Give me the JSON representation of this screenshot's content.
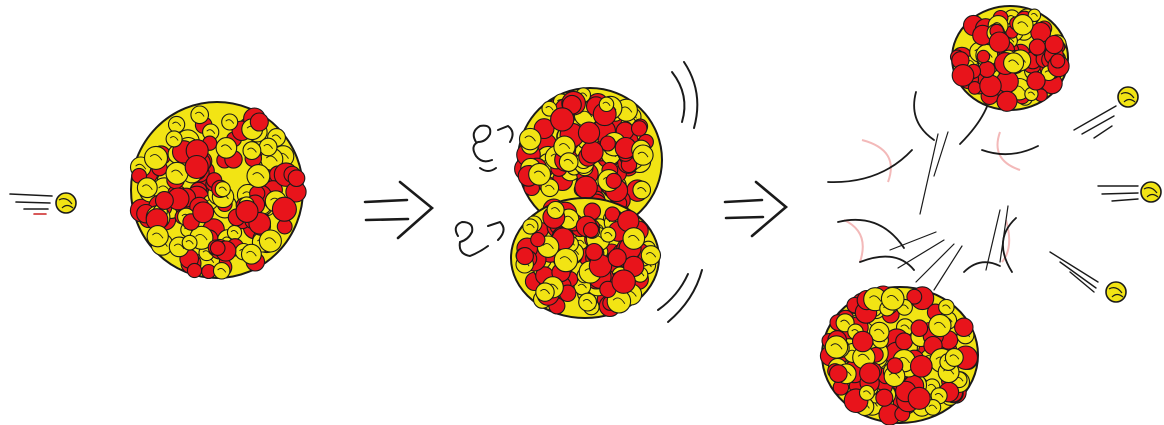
{
  "colors": {
    "proton": "#e8141b",
    "neutron": "#f2e414",
    "outline": "#1a1a1a",
    "flash": "#f3b9b9"
  },
  "stages": [
    "neutron-approach",
    "nucleus",
    "deformed-nucleus",
    "fission-fragments"
  ],
  "icons": [
    "neutron-icon",
    "nucleus-icon",
    "implies-arrow-icon",
    "motion-lines-icon",
    "explosion-burst-icon"
  ],
  "released_neutrons": 3
}
